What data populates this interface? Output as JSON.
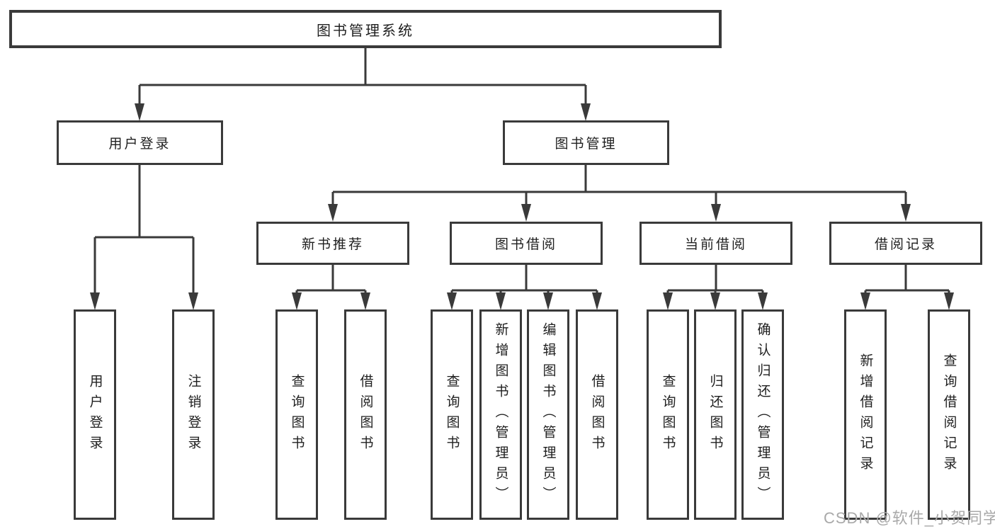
{
  "tree": {
    "label": "图书管理系统",
    "children": [
      {
        "label": "用户登录",
        "children": [
          {
            "label": "用户登录"
          },
          {
            "label": "注销登录"
          }
        ]
      },
      {
        "label": "图书管理",
        "children": [
          {
            "label": "新书推荐",
            "children": [
              {
                "label": "查询图书"
              },
              {
                "label": "借阅图书"
              }
            ]
          },
          {
            "label": "图书借阅",
            "children": [
              {
                "label": "查询图书"
              },
              {
                "label": "新增图书（管理员）"
              },
              {
                "label": "编辑图书（管理员）"
              },
              {
                "label": "借阅图书"
              }
            ]
          },
          {
            "label": "当前借阅",
            "children": [
              {
                "label": "查询图书"
              },
              {
                "label": "归还图书"
              },
              {
                "label": "确认归还（管理员）"
              }
            ]
          },
          {
            "label": "借阅记录",
            "children": [
              {
                "label": "新增借阅记录"
              },
              {
                "label": "查询借阅记录"
              }
            ]
          }
        ]
      }
    ]
  },
  "watermark": "CSDN @软件_小贺同学",
  "colors": {
    "line": "#3a3a3a",
    "text": "#1f1f1f",
    "watermark": "#a9a9a9",
    "background": "#ffffff"
  }
}
